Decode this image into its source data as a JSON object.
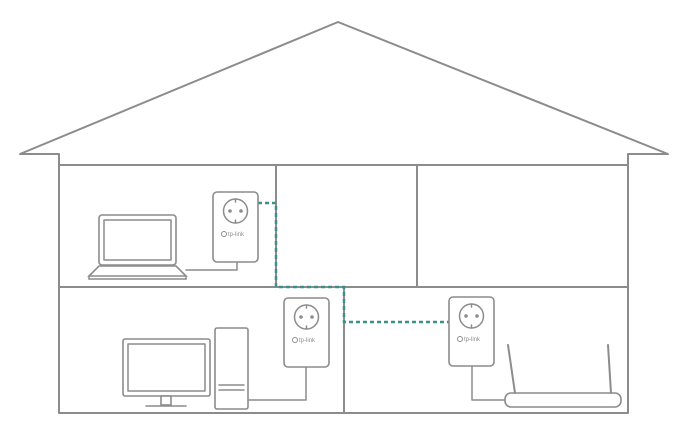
{
  "brand_label": "tp-link",
  "colors": {
    "outline": "#8c8c8c",
    "connection": "#3e8f8a",
    "background": "#ffffff"
  },
  "icons": [
    "house-outline",
    "laptop-icon",
    "desktop-computer-icon",
    "powerline-adapter-icon",
    "wifi-router-icon"
  ],
  "devices": {
    "adapters": 3,
    "laptops": 1,
    "desktops": 1,
    "routers": 1
  }
}
